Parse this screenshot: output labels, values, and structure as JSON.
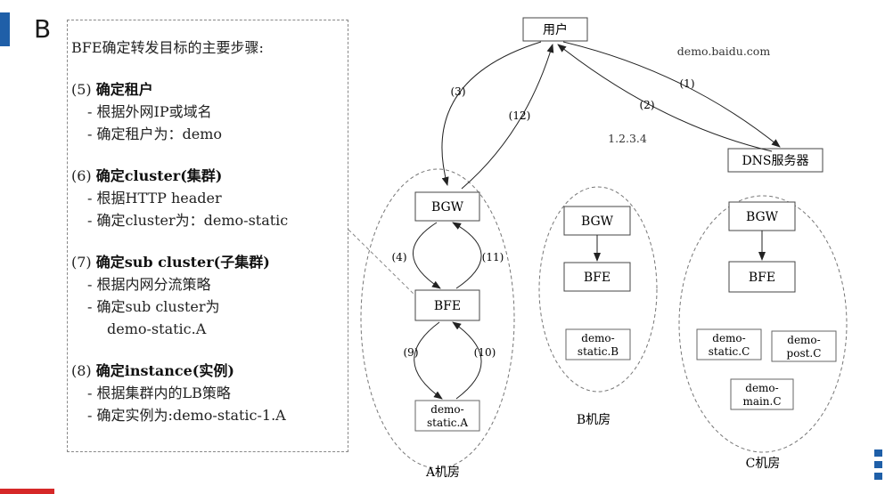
{
  "colors": {
    "accent": "#1f5fa8",
    "bottom_bar": "#d62828",
    "line": "#333333",
    "dash": "#777777"
  },
  "slide": {
    "title": "B"
  },
  "steps": {
    "heading": "BFE确定转发目标的主要步骤:",
    "items": [
      {
        "num": "(5)",
        "title": "确定租户",
        "subs": [
          "根据外网IP或域名",
          "确定租户为：demo"
        ]
      },
      {
        "num": "(6)",
        "title": "确定cluster(集群)",
        "subs": [
          "根据HTTP header",
          "确定cluster为：demo-static"
        ]
      },
      {
        "num": "(7)",
        "title": "确定sub cluster(子集群)",
        "subs": [
          "根据内网分流策略",
          "确定sub cluster为"
        ],
        "cont": "demo-static.A"
      },
      {
        "num": "(8)",
        "title": "确定instance(实例)",
        "subs": [
          "根据集群内的LB策略",
          "确定实例为:demo-static-1.A"
        ]
      }
    ]
  },
  "diagram": {
    "user": "用户",
    "dns": "DNS服务器",
    "domain_label": "demo.baidu.com",
    "ip_label": "1.2.3.4",
    "arrows": {
      "a1": "(1)",
      "a2": "(2)",
      "a3": "(3)",
      "a4": "(4)",
      "a9": "(9)",
      "a10": "(10)",
      "a11": "(11)",
      "a12": "(12)"
    },
    "room_a": {
      "label": "A机房",
      "bgw": "BGW",
      "bfe": "BFE",
      "backend": [
        "demo-",
        "static.A"
      ]
    },
    "room_b": {
      "label": "B机房",
      "bgw": "BGW",
      "bfe": "BFE",
      "backend": [
        "demo-",
        "static.B"
      ]
    },
    "room_c": {
      "label": "C机房",
      "bgw": "BGW",
      "bfe": "BFE",
      "backend1": [
        "demo-",
        "static.C"
      ],
      "backend2": [
        "demo-",
        "post.C"
      ],
      "backend3": [
        "demo-",
        "main.C"
      ]
    }
  }
}
